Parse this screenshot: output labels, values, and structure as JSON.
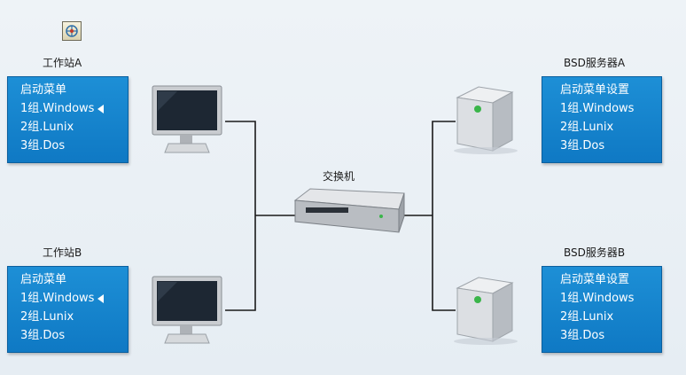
{
  "icons": {
    "toolbar": "network-config-icon",
    "workstation": "monitor-icon",
    "server": "server-tower-icon",
    "switch": "network-switch-icon"
  },
  "colors": {
    "box_fill": "#1380cc",
    "box_text": "#ffffff",
    "line": "#1a1a1a",
    "background": "#e9eff4"
  },
  "switch": {
    "label": "交换机"
  },
  "workstations": [
    {
      "label": "工作站A",
      "menu": [
        "启动菜单",
        "1组.Windows",
        "2组.Lunix",
        "3组.Dos"
      ],
      "selected_index": 1
    },
    {
      "label": "工作站B",
      "menu": [
        "启动菜单",
        "1组.Windows",
        "2组.Lunix",
        "3组.Dos"
      ],
      "selected_index": 1
    }
  ],
  "servers": [
    {
      "label": "BSD服务器A",
      "menu": [
        "启动菜单设置",
        "1组.Windows",
        "2组.Lunix",
        "3组.Dos"
      ]
    },
    {
      "label": "BSD服务器B",
      "menu": [
        "启动菜单设置",
        "1组.Windows",
        "2组.Lunix",
        "3组.Dos"
      ]
    }
  ]
}
